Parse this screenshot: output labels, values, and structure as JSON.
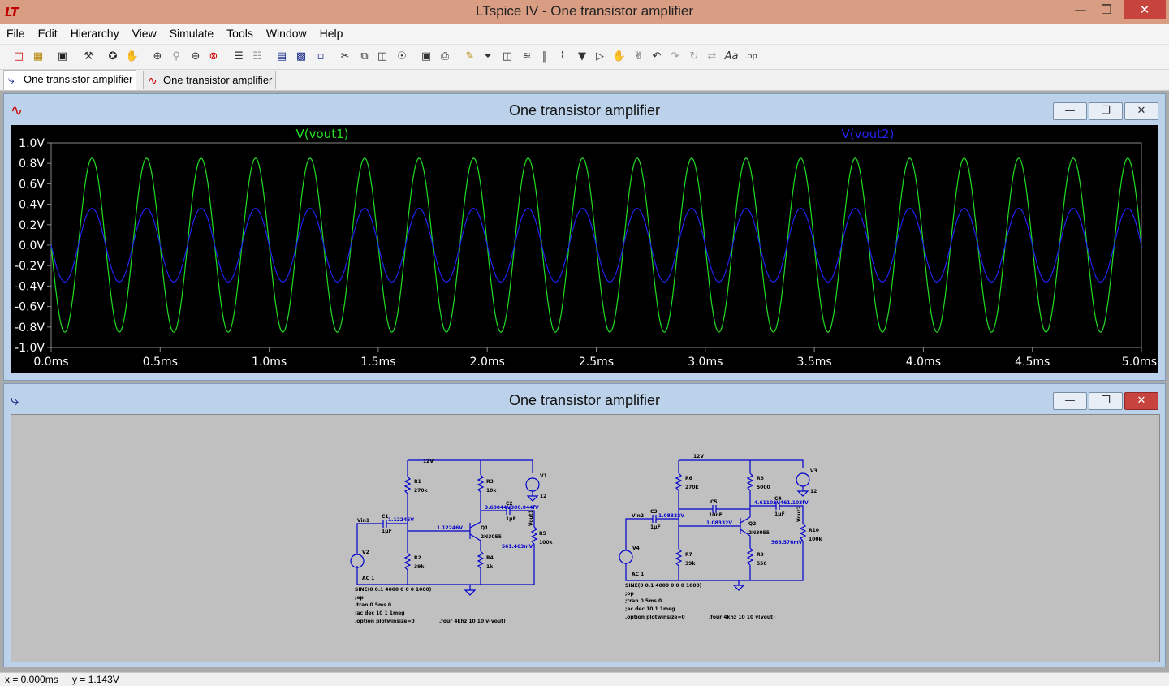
{
  "app": {
    "title": "LTspice IV - One transistor amplifier",
    "icon": "ltspice-logo-icon",
    "window_controls": [
      "minimize-icon",
      "restore-icon",
      "close-icon"
    ]
  },
  "menu": [
    "File",
    "Edit",
    "Hierarchy",
    "View",
    "Simulate",
    "Tools",
    "Window",
    "Help"
  ],
  "tabs": [
    {
      "label": "One transistor amplifier",
      "icon": "schematic-icon",
      "active": true
    },
    {
      "label": "One transistor amplifier",
      "icon": "waveform-icon",
      "active": false
    }
  ],
  "plot_window": {
    "title": "One transistor amplifier",
    "icon": "waveform-icon"
  },
  "schematic_window": {
    "title": "One transistor amplifier",
    "icon": "schematic-icon"
  },
  "colors": {
    "trace1": "#22dd22",
    "trace2": "#2222ee",
    "plot_bg": "#000000",
    "wire": "#0000cc",
    "schematic_bg": "#c0c0c0"
  },
  "chart_data": {
    "type": "line",
    "xlabel": "",
    "ylabel": "",
    "xlim": [
      0,
      5
    ],
    "ylim": [
      -1,
      1
    ],
    "x_ticks": [
      "0.0ms",
      "0.5ms",
      "1.0ms",
      "1.5ms",
      "2.0ms",
      "2.5ms",
      "3.0ms",
      "3.5ms",
      "4.0ms",
      "4.5ms",
      "5.0ms"
    ],
    "y_ticks": [
      "1.0V",
      "0.8V",
      "0.6V",
      "0.4V",
      "0.2V",
      "0.0V",
      "-0.2V",
      "-0.4V",
      "-0.6V",
      "-0.8V",
      "-1.0V"
    ],
    "series": [
      {
        "name": "V(vout1)",
        "type": "sine",
        "amplitude_v": 0.85,
        "frequency_khz": 4,
        "phase": "inverted",
        "x_range_ms": [
          0,
          5
        ]
      },
      {
        "name": "V(vout2)",
        "type": "sine",
        "amplitude_v": 0.36,
        "frequency_khz": 4,
        "phase": "inverted",
        "x_range_ms": [
          0,
          5
        ]
      }
    ],
    "grid": false
  },
  "circuit1": {
    "supply": "12V",
    "R1": "R1",
    "R1v": "270k",
    "R2": "R2",
    "R2v": "39k",
    "R3": "R3",
    "R3v": "10k",
    "R4": "R4",
    "R4v": "1k",
    "R5": "R5",
    "R5v": "100k",
    "C1": "C1",
    "C1v": "1µF",
    "C1n": "1.12246V",
    "C2": "C2",
    "C2v": "1µF",
    "Q1": "Q1",
    "Q1v": "2N3055",
    "V1": "V1",
    "V1v": "12",
    "V2": "V2",
    "vin": "Vin1",
    "vout": "Vout1",
    "nb": "1.12246V",
    "nc1": "3.60044V",
    "nc2": "380.044fV",
    "ne": "561.463mV",
    "ac": "AC 1",
    "directives": [
      "SINE(0 0.1 4000 0 0 0 1000)",
      ";op",
      ".tran 0 5ms 0",
      ";ac dec 10 1 1meg",
      ".option plotwinsize=0"
    ],
    "four": ".four 4khz 10 10 v(vout)"
  },
  "circuit2": {
    "supply": "12V",
    "R6": "R6",
    "R6v": "270k",
    "R7": "R7",
    "R7v": "39k",
    "R8": "R8",
    "R8v": "5000",
    "R9": "R9",
    "R9v": "556",
    "R10": "R10",
    "R10v": "100k",
    "C3": "C3",
    "C3v": "1µF",
    "C3n": "1.08332V",
    "C4": "C4",
    "C4v": "1µF",
    "C5": "C5",
    "C5v": "10nF",
    "Q2": "Q2",
    "Q2v": "2N3055",
    "V3": "V3",
    "V3v": "12",
    "V4": "V4",
    "vin": "Vin2",
    "vout": "Vout2",
    "nb": "1.08332V",
    "nc1": "4.61103V",
    "nc2": "461.103fV",
    "ne": "566.576mV",
    "ac": "AC 1",
    "directives": [
      "SINE(0 0.1 4000 0 0 0 1000)",
      ";op",
      ";tran 0 5ms 0",
      ";ac dec 10 1 1meg",
      ".option plotwinsize=0"
    ],
    "four": ".four 4khz 10 10 v(vout)"
  },
  "status": {
    "x": "x = 0.000ms",
    "y": "y = 1.143V"
  }
}
